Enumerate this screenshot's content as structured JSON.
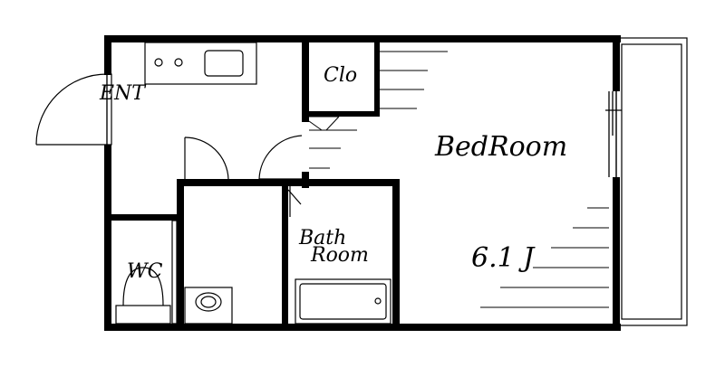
{
  "floor_plan": {
    "rooms": {
      "entrance": "ENT",
      "closet": "Clo",
      "bedroom": "BedRoom",
      "bath_line1": "Bath",
      "bath_line2": "Room",
      "toilet": "WC"
    },
    "size_label": "6.1 J"
  },
  "colors": {
    "wall": "#000000",
    "line": "#000000",
    "background": "#ffffff"
  }
}
